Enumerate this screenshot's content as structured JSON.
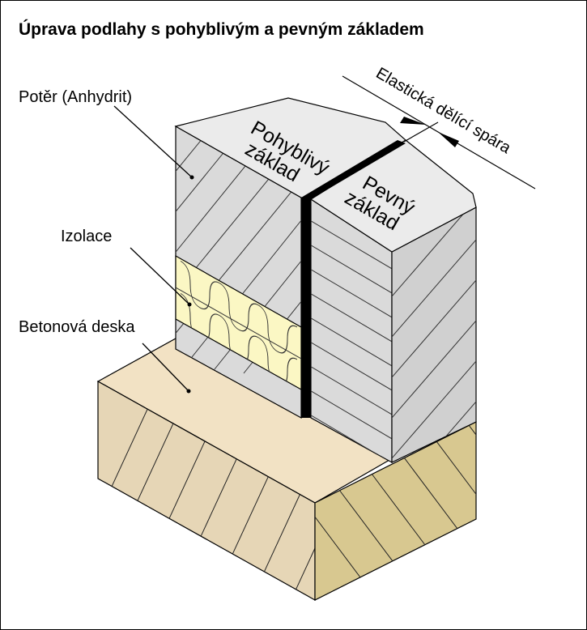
{
  "title": "Úprava podlahy s pohyblivým a pevným základem",
  "labels": {
    "screed": "Potěr (Anhydrit)",
    "insulation": "Izolace",
    "slab": "Betonová deska",
    "joint": "Elastická dělící spára"
  },
  "blocks": {
    "floating_line1": "Pohyblivý",
    "floating_line2": "základ",
    "fixed_line1": "Pevný",
    "fixed_line2": "základ"
  },
  "colors": {
    "screed_top": "#ebebeb",
    "screed_side": "#d9d9d9",
    "insulation": "#fbf7c4",
    "slab_top": "#f2e2c4",
    "slab_front": "#e6d6b6",
    "slab_right": "#d8c890",
    "joint": "#000000"
  }
}
